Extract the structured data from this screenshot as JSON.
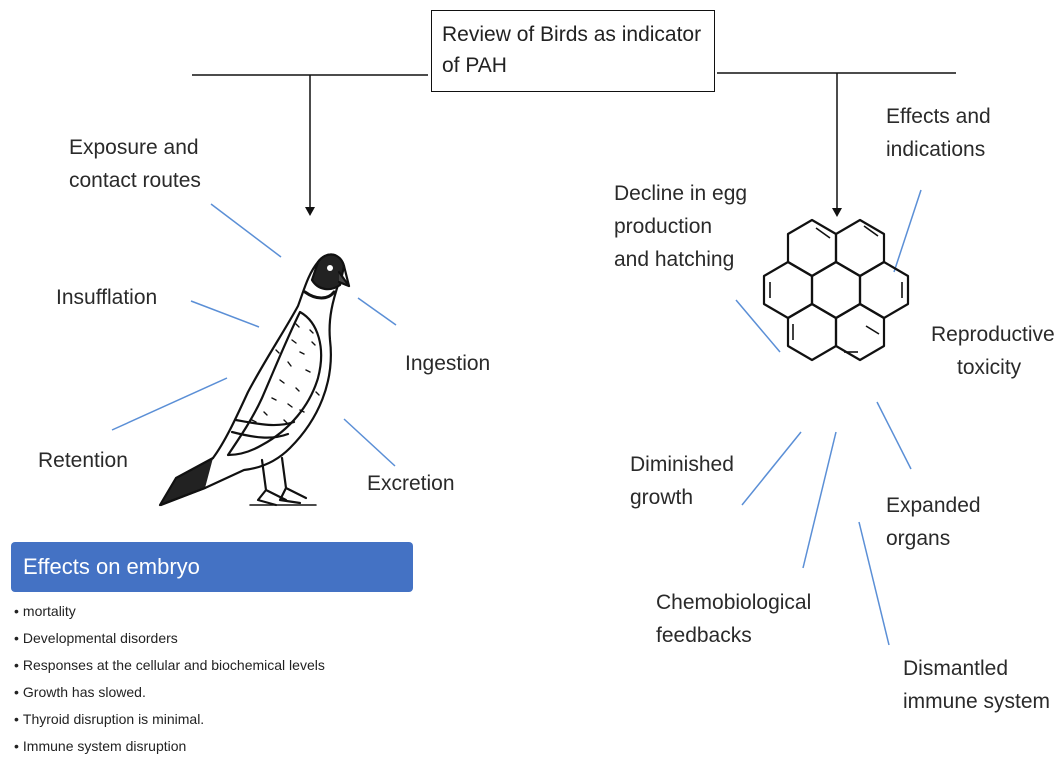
{
  "title": "Review of Birds as indicator of PAH",
  "left_labels": {
    "exposure": [
      "Exposure and",
      "contact routes"
    ],
    "insufflation": "Insufflation",
    "retention": "Retention",
    "ingestion": "Ingestion",
    "excretion": "Excretion"
  },
  "right_labels": {
    "effects": [
      "Effects and",
      "indications"
    ],
    "decline": [
      "Decline in egg",
      "production",
      "and hatching"
    ],
    "reproductive": [
      "Reproductive",
      "toxicity"
    ],
    "diminished": [
      "Diminished",
      "growth"
    ],
    "expanded": [
      "Expanded",
      "organs"
    ],
    "chemo": [
      "Chemobiological",
      "feedbacks"
    ],
    "immune": [
      "Dismantled",
      "immune system"
    ]
  },
  "embryo": {
    "heading": "Effects on embryo",
    "items": [
      "mortality",
      "Developmental disorders",
      "Responses at the cellular and biochemical levels",
      "Growth has slowed.",
      "Thyroid disruption is minimal.",
      "Immune system disruption"
    ]
  },
  "icons": [
    "pigeon-icon",
    "coronene-molecule-icon"
  ],
  "colors": {
    "accent": "#4472c4",
    "connector": "#5b8fd6"
  }
}
